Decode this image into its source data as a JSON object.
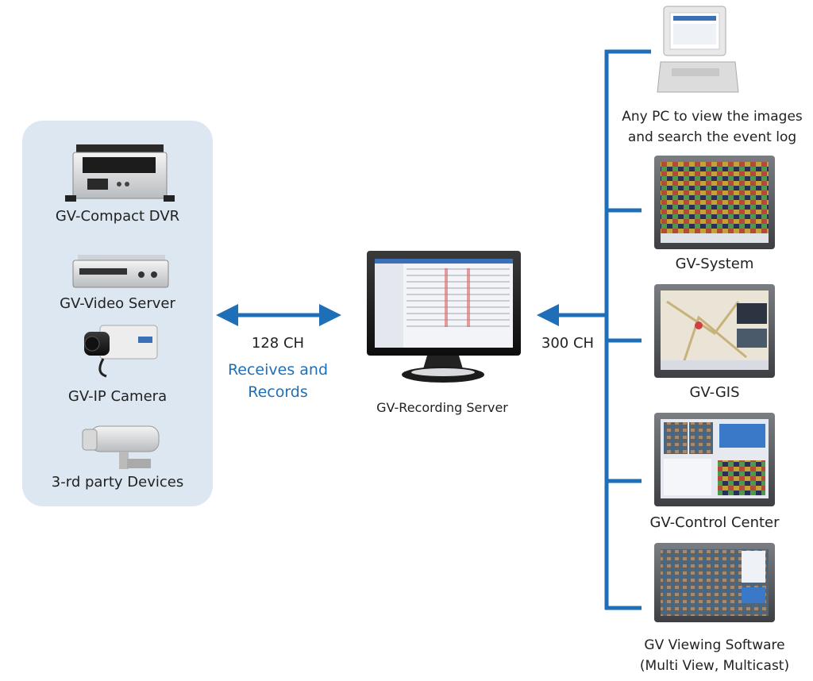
{
  "sources": [
    {
      "label": "GV-Compact DVR",
      "icon": "compact-dvr-icon"
    },
    {
      "label": "GV-Video Server",
      "icon": "video-server-icon"
    },
    {
      "label": "GV-IP Camera",
      "icon": "ip-camera-icon"
    },
    {
      "label": "3-rd party Devices",
      "icon": "third-party-camera-icon"
    }
  ],
  "left_link": {
    "channels": "128 CH",
    "action_line1": "Receives and",
    "action_line2": "Records"
  },
  "center": {
    "label": "GV-Recording Server",
    "icon": "monitor-icon"
  },
  "right_link": {
    "channels": "300 CH"
  },
  "clients": [
    {
      "line1": "Any PC to view the images",
      "line2": "and search the event log",
      "icon": "desktop-pc-icon"
    },
    {
      "line1": "GV-System",
      "icon": "gv-system-screen-icon"
    },
    {
      "line1": "GV-GIS",
      "icon": "gv-gis-screen-icon"
    },
    {
      "line1": "GV-Control Center",
      "icon": "control-center-screen-icon"
    },
    {
      "line1": "GV Viewing Software",
      "line2": "(Multi View, Multicast)",
      "icon": "viewing-software-screen-icon"
    }
  ],
  "colors": {
    "accent": "#1f6fb8",
    "panel": "#dde7f1"
  }
}
